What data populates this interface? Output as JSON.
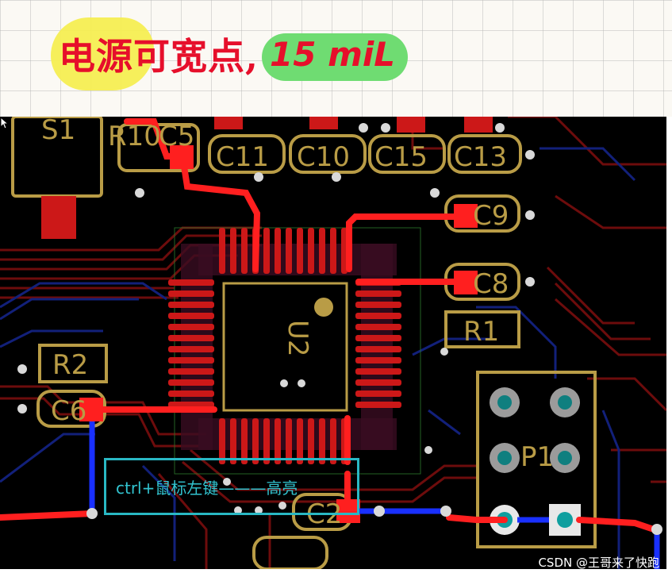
{
  "note": {
    "title": "电源可宽点,",
    "value": "15 miL"
  },
  "silkscreen": {
    "s1": "S1",
    "r10": "R10",
    "c5": "C5",
    "c11": "C11",
    "c10": "C10",
    "c15": "C15",
    "c13": "C13",
    "c9": "C9",
    "c8": "C8",
    "r1": "R1",
    "u2": "U2",
    "r2": "R2",
    "c6": "C6",
    "p1": "P1",
    "c2": "C2"
  },
  "annotation": {
    "text": "ctrl+鼠标左键———高亮"
  },
  "watermark": "CSDN @王哥来了快跑",
  "colors": {
    "trace_red": "#ff1f1f",
    "trace_dark_red": "#7a0d0d",
    "trace_blue": "#1930ff",
    "silk_yellow": "#b99c46",
    "annotation_cyan": "#29b8c4",
    "board_bg": "#000000"
  }
}
